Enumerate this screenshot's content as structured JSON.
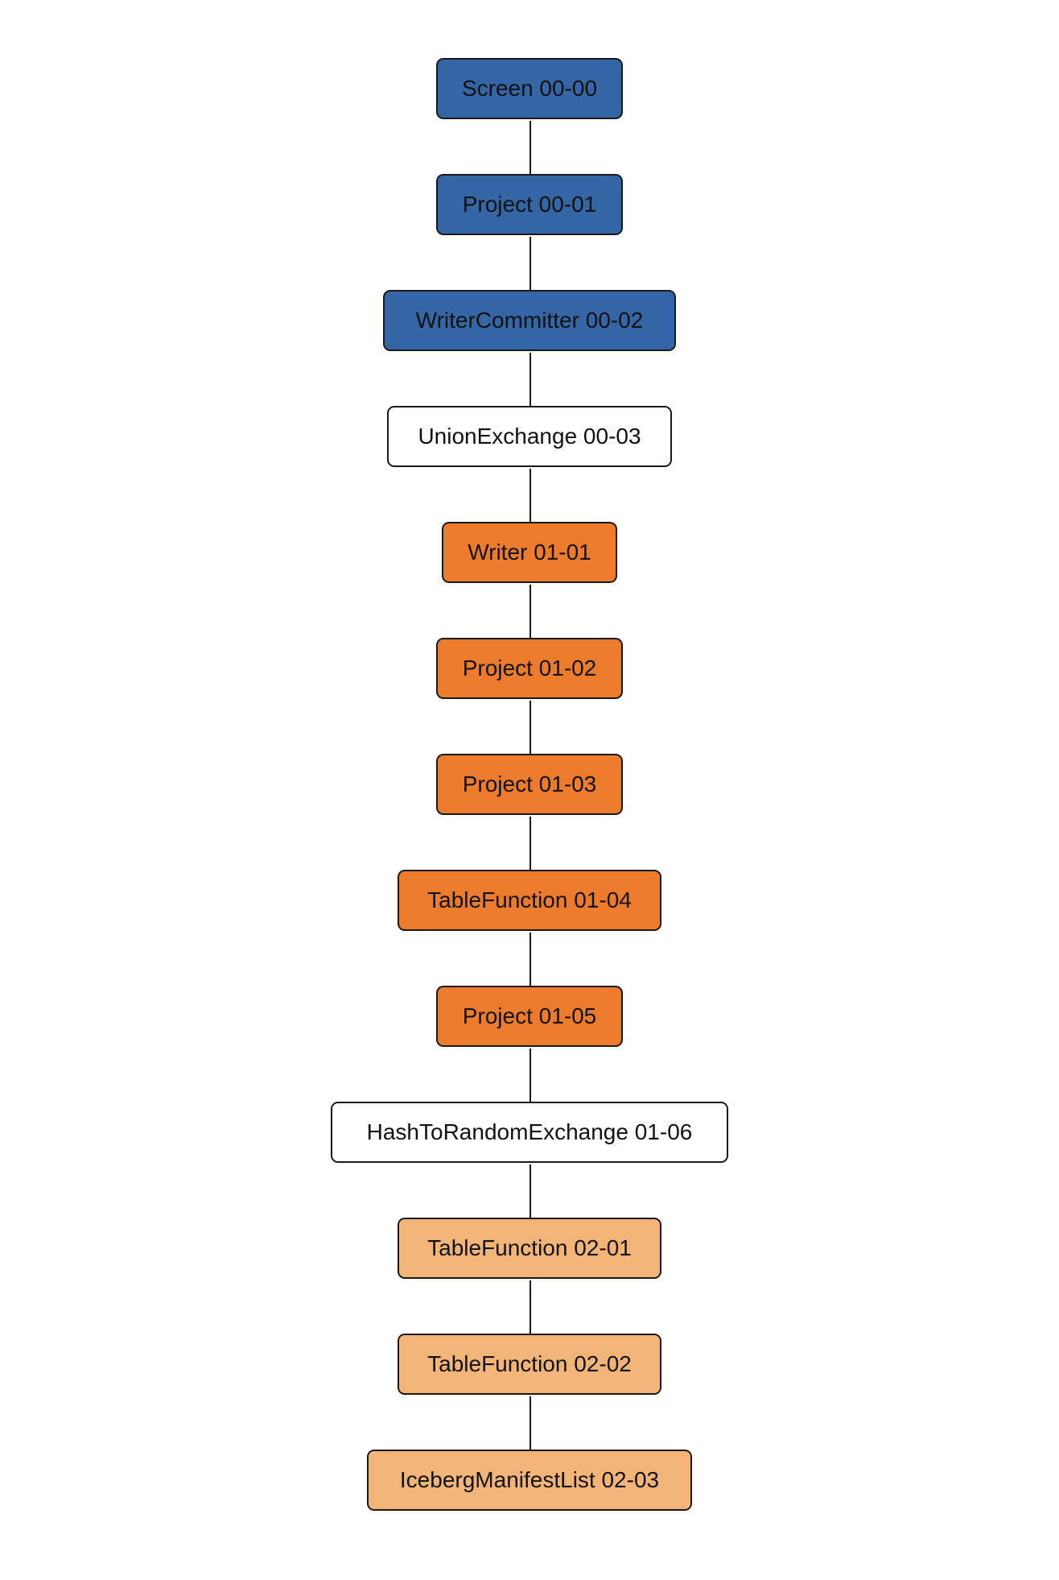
{
  "stage_colors": {
    "stage_00": "#3465a4",
    "exchange": "#ffffff",
    "stage_01": "#ec7c2c",
    "stage_02": "#f2b577"
  },
  "nodes": [
    {
      "label": "Screen 00-00",
      "stage": "stage_00"
    },
    {
      "label": "Project 00-01",
      "stage": "stage_00"
    },
    {
      "label": "WriterCommitter 00-02",
      "stage": "stage_00"
    },
    {
      "label": "UnionExchange 00-03",
      "stage": "exchange"
    },
    {
      "label": "Writer 01-01",
      "stage": "stage_01"
    },
    {
      "label": "Project 01-02",
      "stage": "stage_01"
    },
    {
      "label": "Project 01-03",
      "stage": "stage_01"
    },
    {
      "label": "TableFunction 01-04",
      "stage": "stage_01"
    },
    {
      "label": "Project 01-05",
      "stage": "stage_01"
    },
    {
      "label": "HashToRandomExchange 01-06",
      "stage": "exchange"
    },
    {
      "label": "TableFunction 02-01",
      "stage": "stage_02"
    },
    {
      "label": "TableFunction 02-02",
      "stage": "stage_02"
    },
    {
      "label": "IcebergManifestList 02-03",
      "stage": "stage_02"
    }
  ]
}
